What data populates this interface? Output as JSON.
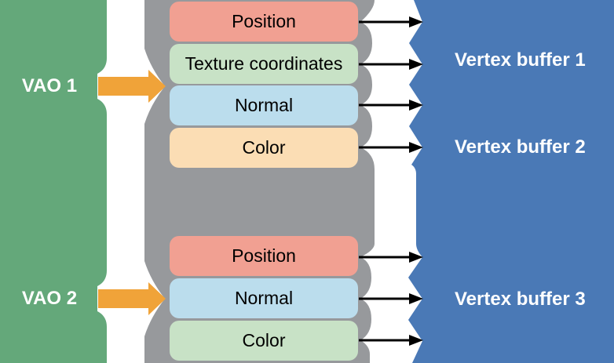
{
  "diagram": {
    "vaos": [
      {
        "label": "VAO 1"
      },
      {
        "label": "VAO 2"
      }
    ],
    "vao1_attributes": [
      {
        "label": "Position",
        "color": "#F1A092"
      },
      {
        "label": "Texture coordinates",
        "color": "#C8E2C6"
      },
      {
        "label": "Normal",
        "color": "#BBDDED"
      },
      {
        "label": "Color",
        "color": "#FBDDB4"
      }
    ],
    "vao2_attributes": [
      {
        "label": "Position",
        "color": "#F1A092"
      },
      {
        "label": "Normal",
        "color": "#BBDDED"
      },
      {
        "label": "Color",
        "color": "#C8E2C6"
      }
    ],
    "vertex_buffers": [
      {
        "label": "Vertex buffer 1"
      },
      {
        "label": "Vertex buffer 2"
      },
      {
        "label": "Vertex buffer 3"
      }
    ]
  },
  "colors": {
    "vao_panel_green": "#64A87A",
    "attribute_panel_gray": "#97999C",
    "buffer_panel_blue": "#4A79B6",
    "vao_arrow_orange": "#F0A339",
    "buffer_arrow_black": "#000000",
    "panel_label_white": "#FFFFFF",
    "box_text_black": "#000000"
  }
}
